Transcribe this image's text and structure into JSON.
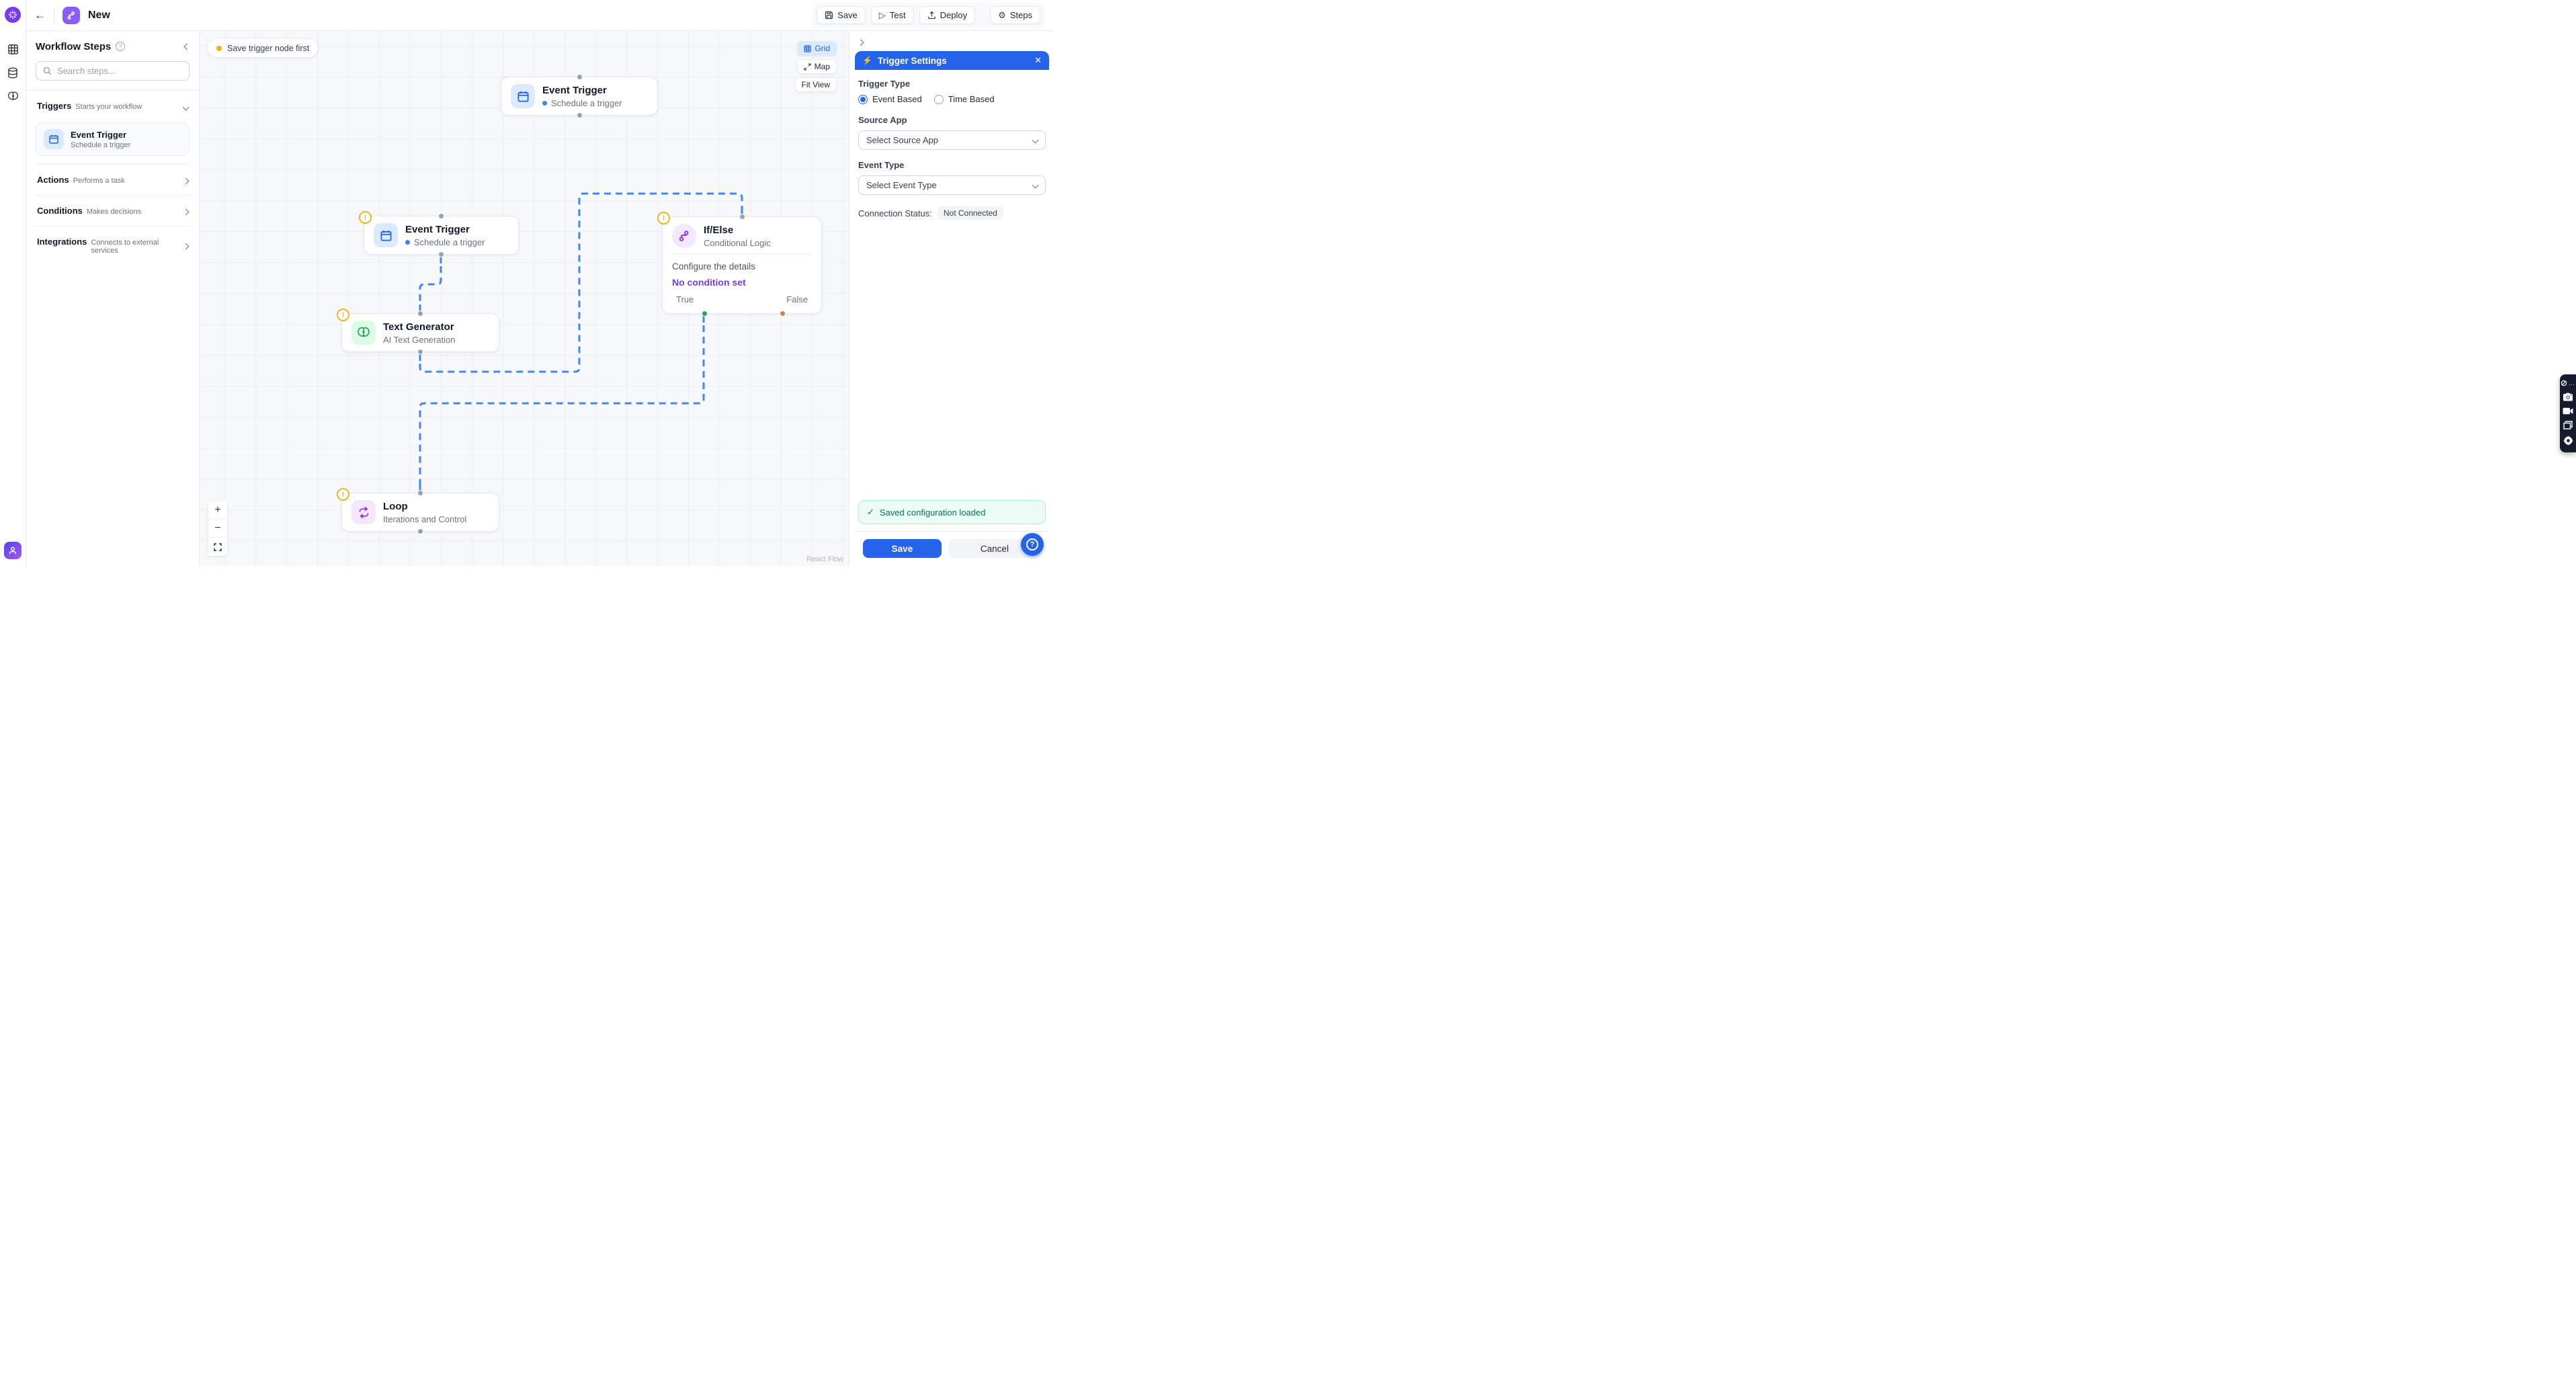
{
  "icons": {
    "back": "←",
    "bolt": "⚡",
    "close": "✕",
    "check": "✓",
    "help_q": "?",
    "help_small": "?",
    "ellipsis": "…",
    "gear": "⚙",
    "play": "▷",
    "zoom_in": "+",
    "zoom_out": "−"
  },
  "header": {
    "title": "New",
    "buttons": {
      "save": "Save",
      "test": "Test",
      "deploy": "Deploy",
      "steps": "Steps"
    }
  },
  "sidebar": {
    "title": "Workflow Steps",
    "search_placeholder": "Search steps...",
    "sections": [
      {
        "name": "Triggers",
        "desc": "Starts your workflow"
      },
      {
        "name": "Actions",
        "desc": "Performs a task"
      },
      {
        "name": "Conditions",
        "desc": "Makes decisions"
      },
      {
        "name": "Integrations",
        "desc": "Connects to external services"
      }
    ],
    "trigger_item": {
      "title": "Event Trigger",
      "desc": "Schedule a trigger"
    }
  },
  "canvas": {
    "notice": "Save trigger node first",
    "controls": {
      "grid": "Grid",
      "map": "Map",
      "fit": "Fit View"
    },
    "attribution": "React Flow",
    "nodes": [
      {
        "title": "Event Trigger",
        "subtitle": "Schedule a trigger"
      },
      {
        "title": "Event Trigger",
        "subtitle": "Schedule a trigger"
      },
      {
        "title": "If/Else",
        "subtitle": "Conditional Logic",
        "body": "Configure the details",
        "condition": "No condition set",
        "true_label": "True",
        "false_label": "False"
      },
      {
        "title": "Text Generator",
        "subtitle": "AI Text Generation"
      },
      {
        "title": "Loop",
        "subtitle": "Iterations and Control"
      }
    ],
    "warning_glyph": "!"
  },
  "panel": {
    "title": "Trigger Settings",
    "trigger_type_label": "Trigger Type",
    "radio_event": "Event Based",
    "radio_time": "Time Based",
    "source_app_label": "Source App",
    "source_app_value": "Select Source App",
    "event_type_label": "Event Type",
    "event_type_value": "Select Event Type",
    "connection_status_label": "Connection Status:",
    "connection_status_value": "Not Connected",
    "alert_text": "Saved configuration loaded",
    "save_label": "Save",
    "cancel_label": "Cancel"
  },
  "colors": {
    "accent": "#2563eb",
    "edge_blue": "#4285f4",
    "warning": "#f0b429",
    "success_text": "#047857",
    "purple": "#7c3aed",
    "true_handle": "#22a759",
    "false_handle": "#cd8045",
    "notice_dot": "#eab308"
  }
}
